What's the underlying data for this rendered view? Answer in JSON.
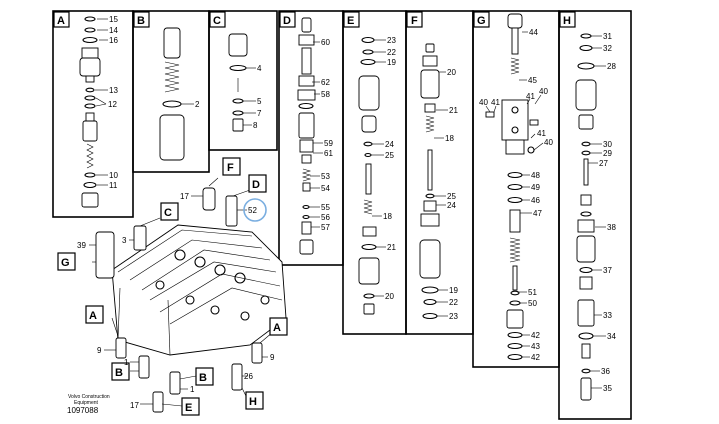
{
  "sections": [
    "A",
    "B",
    "C",
    "D",
    "E",
    "F",
    "G",
    "H"
  ],
  "callouts": {
    "A": [
      "15",
      "14",
      "16",
      "13",
      "12",
      "10",
      "11"
    ],
    "B": [
      "2"
    ],
    "C": [
      "4",
      "5",
      "7",
      "8"
    ],
    "D": [
      "60",
      "62",
      "58",
      "59",
      "61",
      "53",
      "54",
      "55",
      "56",
      "57"
    ],
    "E": [
      "23",
      "22",
      "19",
      "24",
      "25",
      "18",
      "21",
      "20"
    ],
    "F": [
      "20",
      "21",
      "18",
      "25",
      "24",
      "19",
      "22",
      "23"
    ],
    "G": [
      "44",
      "45",
      "40",
      "41",
      "40",
      "41",
      "40",
      "48",
      "49",
      "46",
      "47",
      "51",
      "50",
      "42",
      "43",
      "42"
    ],
    "H": [
      "31",
      "32",
      "28",
      "30",
      "29",
      "27",
      "38",
      "37",
      "33",
      "34",
      "36",
      "35"
    ]
  },
  "assembly": {
    "labels": [
      "F",
      "D",
      "C",
      "G",
      "A",
      "A",
      "B",
      "B",
      "E",
      "H"
    ],
    "numbers": [
      "17",
      "52",
      "3",
      "39",
      "9",
      "9",
      "1",
      "1",
      "26",
      "17"
    ]
  },
  "brand_line1": "Volvo Construction",
  "brand_line2": "Equipment",
  "drawing_number": "1097088",
  "highlight_color": "#7aaee0"
}
